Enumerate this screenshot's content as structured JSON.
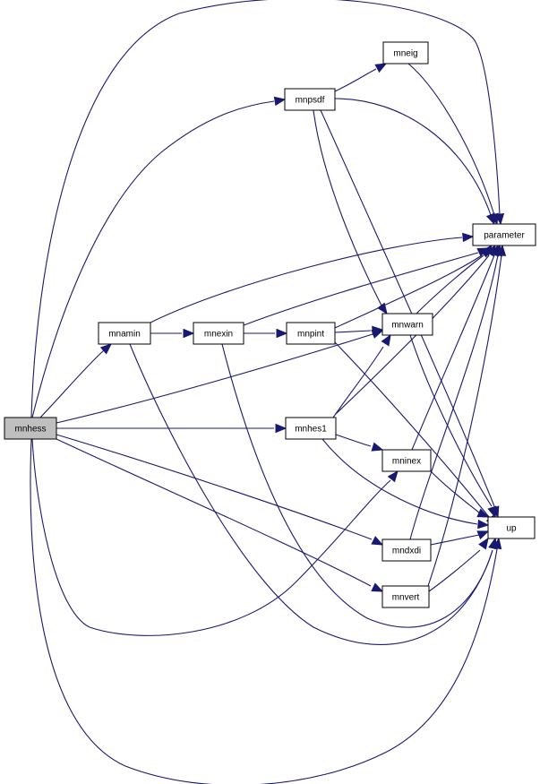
{
  "colors": {
    "edge": "#191970",
    "root_fill": "#bfbfbf",
    "node_fill": "#ffffff",
    "node_border": "#000000",
    "background": "#ffffff"
  },
  "nodes": [
    {
      "id": "mnhess",
      "label": "mnhess",
      "root": true
    },
    {
      "id": "mnamin",
      "label": "mnamin"
    },
    {
      "id": "mnexin",
      "label": "mnexin"
    },
    {
      "id": "mnpint",
      "label": "mnpint"
    },
    {
      "id": "mnpsdf",
      "label": "mnpsdf"
    },
    {
      "id": "mneig",
      "label": "mneig"
    },
    {
      "id": "mnwarn",
      "label": "mnwarn"
    },
    {
      "id": "mnhes1",
      "label": "mnhes1"
    },
    {
      "id": "mninex",
      "label": "mninex"
    },
    {
      "id": "mndxdi",
      "label": "mndxdi"
    },
    {
      "id": "mnvert",
      "label": "mnvert"
    },
    {
      "id": "parameter",
      "label": "parameter"
    },
    {
      "id": "up",
      "label": "up"
    }
  ],
  "edges": [
    [
      "mnhess",
      "parameter"
    ],
    [
      "mnhess",
      "mnpsdf"
    ],
    [
      "mnhess",
      "mnamin"
    ],
    [
      "mnhess",
      "mnwarn"
    ],
    [
      "mnhess",
      "mnhes1"
    ],
    [
      "mnhess",
      "mninex"
    ],
    [
      "mnhess",
      "mndxdi"
    ],
    [
      "mnhess",
      "mnvert"
    ],
    [
      "mnhess",
      "up"
    ],
    [
      "mnamin",
      "parameter"
    ],
    [
      "mnamin",
      "mnexin"
    ],
    [
      "mnamin",
      "up"
    ],
    [
      "mnexin",
      "parameter"
    ],
    [
      "mnexin",
      "mnpint"
    ],
    [
      "mnexin",
      "up"
    ],
    [
      "mnpint",
      "mnwarn"
    ],
    [
      "mnpint",
      "parameter"
    ],
    [
      "mnpint",
      "up"
    ],
    [
      "mnpsdf",
      "mneig"
    ],
    [
      "mnpsdf",
      "parameter"
    ],
    [
      "mnpsdf",
      "mnwarn"
    ],
    [
      "mnpsdf",
      "up"
    ],
    [
      "mneig",
      "parameter"
    ],
    [
      "mnwarn",
      "parameter"
    ],
    [
      "mnwarn",
      "up"
    ],
    [
      "mnhes1",
      "mnwarn"
    ],
    [
      "mnhes1",
      "parameter"
    ],
    [
      "mnhes1",
      "mninex"
    ],
    [
      "mnhes1",
      "up"
    ],
    [
      "mninex",
      "parameter"
    ],
    [
      "mninex",
      "up"
    ],
    [
      "mndxdi",
      "parameter"
    ],
    [
      "mndxdi",
      "up"
    ],
    [
      "mnvert",
      "parameter"
    ],
    [
      "mnvert",
      "up"
    ]
  ]
}
